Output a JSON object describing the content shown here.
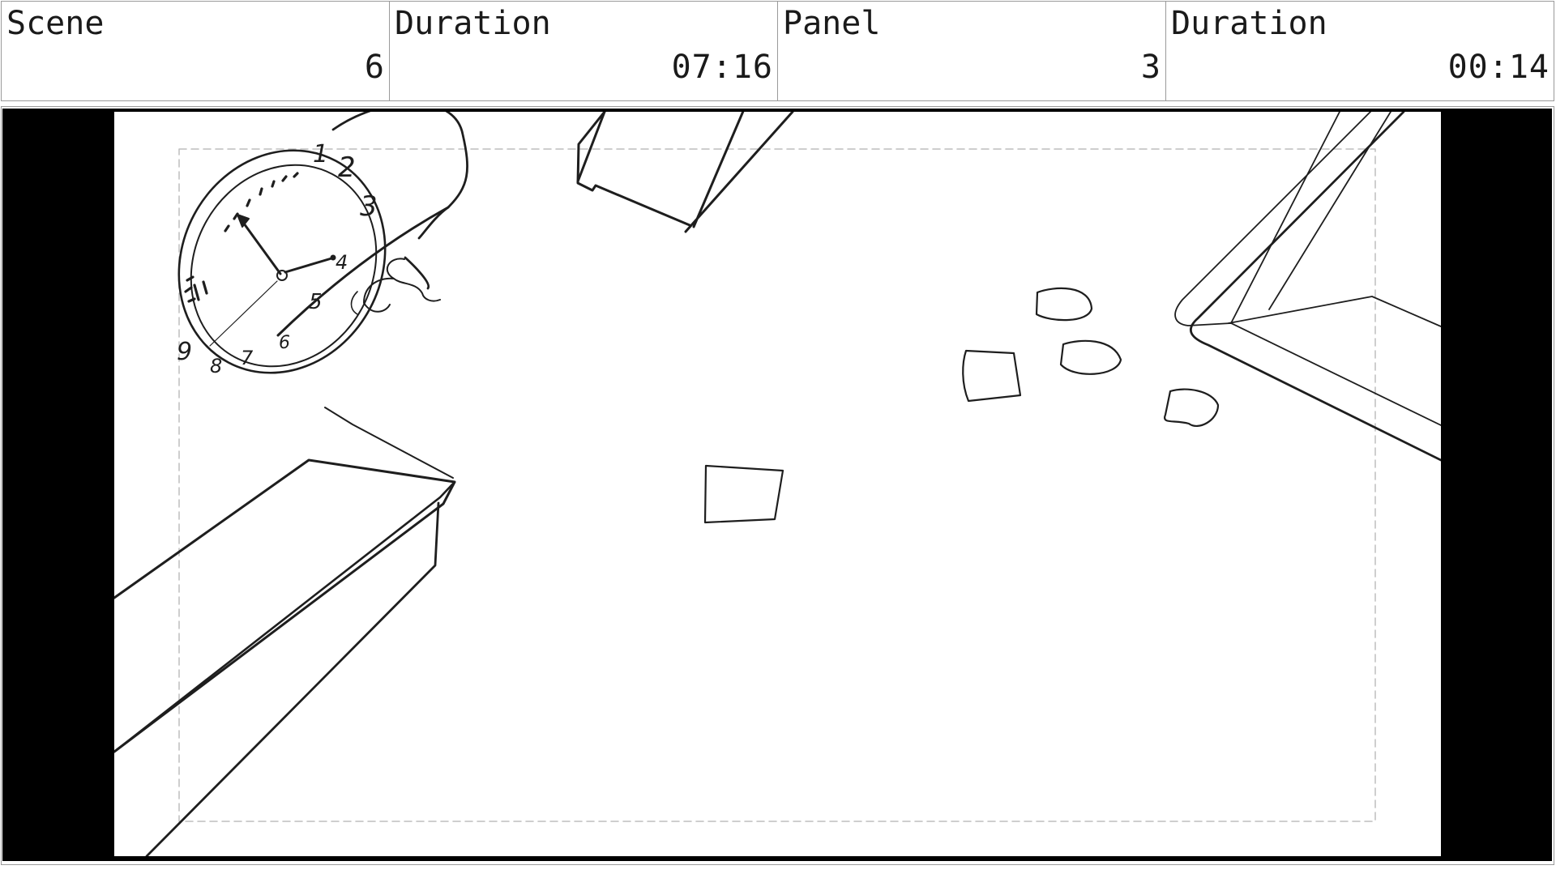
{
  "header": {
    "scene_label": "Scene",
    "scene_value": "6",
    "scene_duration_label": "Duration",
    "scene_duration_value": "07:16",
    "panel_label": "Panel",
    "panel_value": "3",
    "panel_duration_label": "Duration",
    "panel_duration_value": "00:14"
  },
  "clock": {
    "numerals": [
      "1",
      "2",
      "3",
      "4",
      "5",
      "6",
      "7",
      "8",
      "9"
    ]
  },
  "colors": {
    "ink": "#1e1e1e",
    "letterbox": "#000000",
    "safe_area": "#bdbdbd"
  }
}
